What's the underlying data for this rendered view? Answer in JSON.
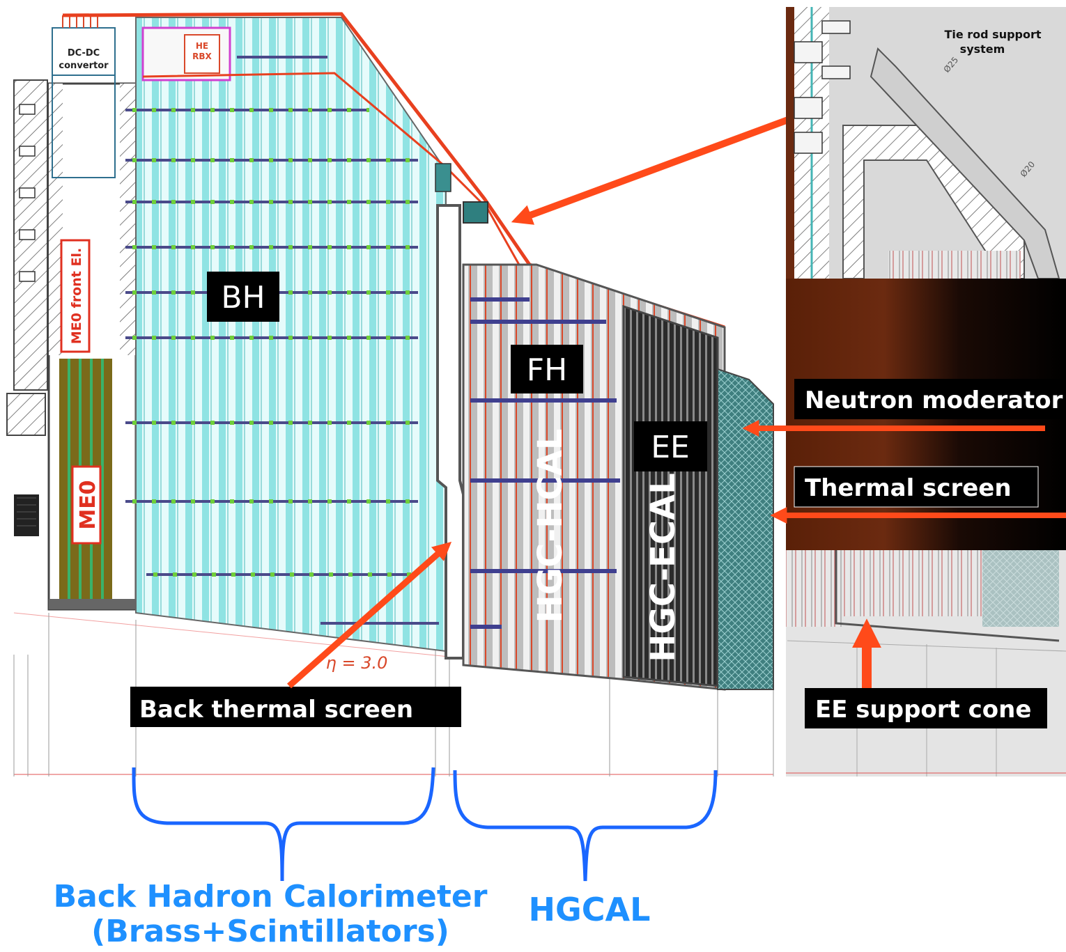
{
  "detector": {
    "dcdc_label_1": "DC-DC",
    "dcdc_label_2": "convertor",
    "he_rbx_1": "HE",
    "he_rbx_2": "RBX",
    "me0_front": "ME0 front El.",
    "me0": "ME0",
    "bh": "BH",
    "fh": "FH",
    "ee": "EE",
    "hgc_hcal": "HGC-HCAL",
    "hgc_ecal": "HGC-ECAL",
    "eta": "η = 3.0",
    "back_thermal_screen": "Back thermal screen"
  },
  "inset": {
    "tie_rod_1": "Tie rod support",
    "tie_rod_2": "system",
    "dim_25": "Ø25",
    "dim_20": "Ø20",
    "neutron_moderator": "Neutron moderator",
    "thermal_screen": "Thermal screen",
    "ee_support_cone": "EE support cone"
  },
  "annotations": {
    "back_hcal_1": "Back Hadron Calorimeter",
    "back_hcal_2": "(Brass+Scintillators)",
    "hgcal": "HGCAL"
  },
  "colors": {
    "red_arrow": "#ff4a1a",
    "blue_brace": "#1a66ff",
    "blue_text": "#1e90ff",
    "cyan_layer": "#8fe3e3",
    "dark_layer": "#3a3a3a"
  }
}
